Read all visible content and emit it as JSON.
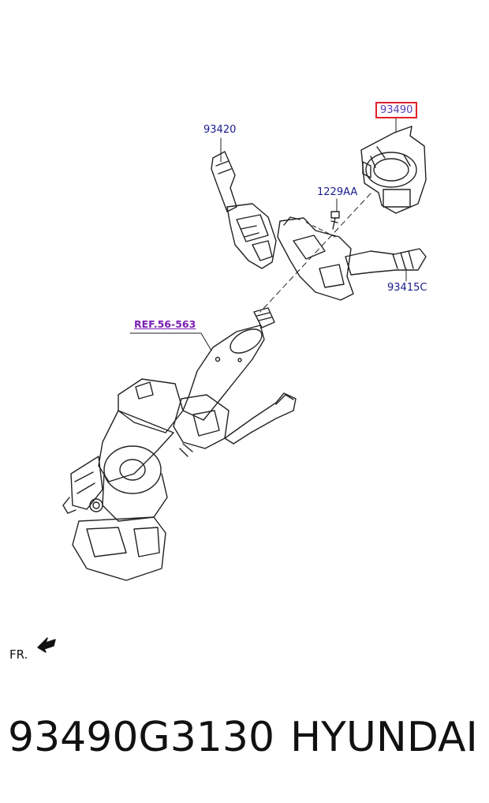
{
  "callouts": {
    "c93490": "93490",
    "c93420": "93420",
    "c1229aa": "1229AA",
    "c93415c": "93415C",
    "ref": "REF.56-563"
  },
  "direction_label": "FR.",
  "footer": {
    "part_number": "93490G3130",
    "brand": "HYUNDAI"
  },
  "colors": {
    "callout_text": "#1a1a8c",
    "highlight_border": "#e0202a",
    "ref_text": "#7a1fb3",
    "line_art": "#222222"
  }
}
